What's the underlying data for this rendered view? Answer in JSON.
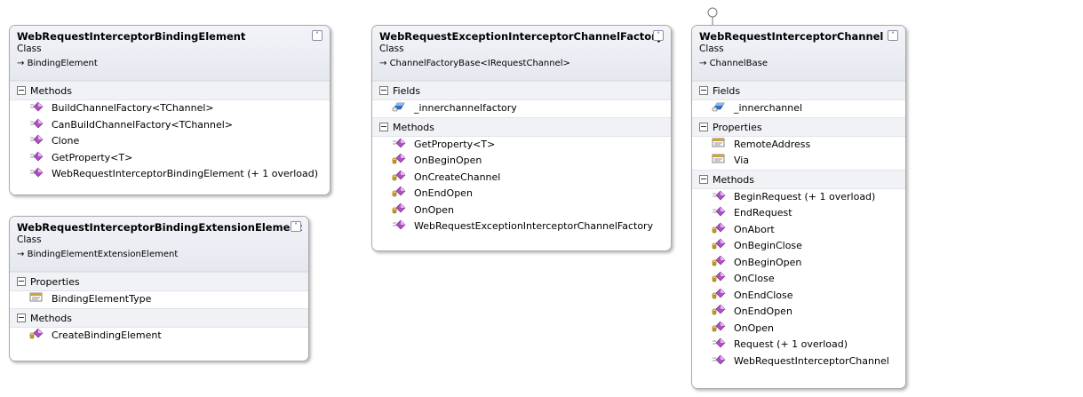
{
  "classes": [
    {
      "name": "WebRequestInterceptorBindingElement",
      "kind": "Class",
      "base": "BindingElement",
      "sections": [
        {
          "title": "Methods",
          "members": [
            {
              "name": "BuildChannelFactory<TChannel>",
              "icon": "public-method-icon"
            },
            {
              "name": "CanBuildChannelFactory<TChannel>",
              "icon": "public-method-icon"
            },
            {
              "name": "Clone",
              "icon": "public-method-icon"
            },
            {
              "name": "GetProperty<T>",
              "icon": "public-method-icon"
            },
            {
              "name": "WebRequestInterceptorBindingElement (+ 1 overload)",
              "icon": "public-method-icon"
            }
          ]
        }
      ]
    },
    {
      "name": "WebRequestInterceptorBindingExtensionElement",
      "kind": "Class",
      "base": "BindingElementExtensionElement",
      "sections": [
        {
          "title": "Properties",
          "members": [
            {
              "name": "BindingElementType",
              "icon": "property-icon"
            }
          ]
        },
        {
          "title": "Methods",
          "members": [
            {
              "name": "CreateBindingElement",
              "icon": "protected-method-icon"
            }
          ]
        }
      ]
    },
    {
      "name": "WebRequestExceptionInterceptorChannelFactory",
      "kind": "Class",
      "base": "ChannelFactoryBase<IRequestChannel>",
      "sections": [
        {
          "title": "Fields",
          "members": [
            {
              "name": "_innerchannelfactory",
              "icon": "private-field-icon"
            }
          ]
        },
        {
          "title": "Methods",
          "members": [
            {
              "name": "GetProperty<T>",
              "icon": "public-method-icon"
            },
            {
              "name": "OnBeginOpen",
              "icon": "protected-method-icon"
            },
            {
              "name": "OnCreateChannel",
              "icon": "protected-method-icon"
            },
            {
              "name": "OnEndOpen",
              "icon": "protected-method-icon"
            },
            {
              "name": "OnOpen",
              "icon": "protected-method-icon"
            },
            {
              "name": "WebRequestExceptionInterceptorChannelFactory",
              "icon": "public-method-icon"
            }
          ]
        }
      ]
    },
    {
      "name": "WebRequestInterceptorChannel",
      "kind": "Class",
      "base": "ChannelBase",
      "sections": [
        {
          "title": "Fields",
          "members": [
            {
              "name": "_innerchannel",
              "icon": "private-field-icon"
            }
          ]
        },
        {
          "title": "Properties",
          "members": [
            {
              "name": "RemoteAddress",
              "icon": "property-icon"
            },
            {
              "name": "Via",
              "icon": "property-icon"
            }
          ]
        },
        {
          "title": "Methods",
          "members": [
            {
              "name": "BeginRequest (+ 1 overload)",
              "icon": "public-method-icon"
            },
            {
              "name": "EndRequest",
              "icon": "public-method-icon"
            },
            {
              "name": "OnAbort",
              "icon": "protected-method-icon"
            },
            {
              "name": "OnBeginClose",
              "icon": "protected-method-icon"
            },
            {
              "name": "OnBeginOpen",
              "icon": "protected-method-icon"
            },
            {
              "name": "OnClose",
              "icon": "protected-method-icon"
            },
            {
              "name": "OnEndClose",
              "icon": "protected-method-icon"
            },
            {
              "name": "OnEndOpen",
              "icon": "protected-method-icon"
            },
            {
              "name": "OnOpen",
              "icon": "protected-method-icon"
            },
            {
              "name": "Request (+ 1 overload)",
              "icon": "public-method-icon"
            },
            {
              "name": "WebRequestInterceptorChannel",
              "icon": "public-method-icon"
            }
          ]
        }
      ]
    }
  ],
  "colors": {
    "method": "#b04fc4",
    "field": "#2a6fd6",
    "property": "#caa340",
    "key": "#c49a22"
  }
}
